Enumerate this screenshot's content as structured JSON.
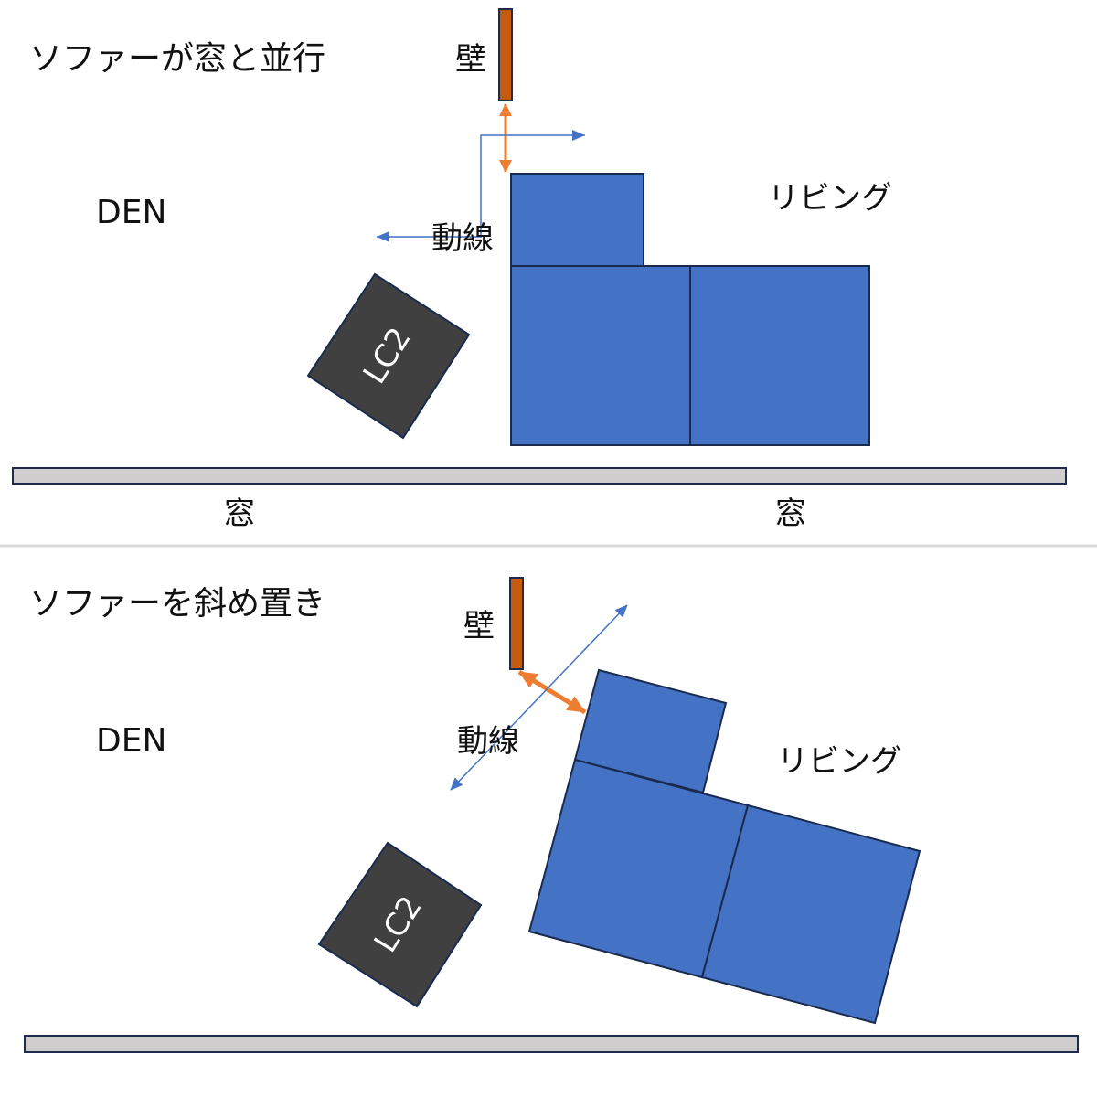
{
  "colors": {
    "sofa": "#4472c4",
    "wall": "#c55a11",
    "arrow_clearance": "#ed7d31",
    "flow": "#4472c4",
    "chair": "#404040",
    "window": "#d0cece",
    "outline": "#1f2a4d"
  },
  "top": {
    "title": "ソファーが窓と並行",
    "wall_label": "壁",
    "flow_label": "動線",
    "den_label": "DEN",
    "living_label": "リビング",
    "chair_label": "LC2",
    "window_labels": [
      "窓",
      "窓"
    ]
  },
  "bottom": {
    "title": "ソファーを斜め置き",
    "wall_label": "壁",
    "flow_label": "動線",
    "den_label": "DEN",
    "living_label": "リビング",
    "chair_label": "LC2"
  }
}
